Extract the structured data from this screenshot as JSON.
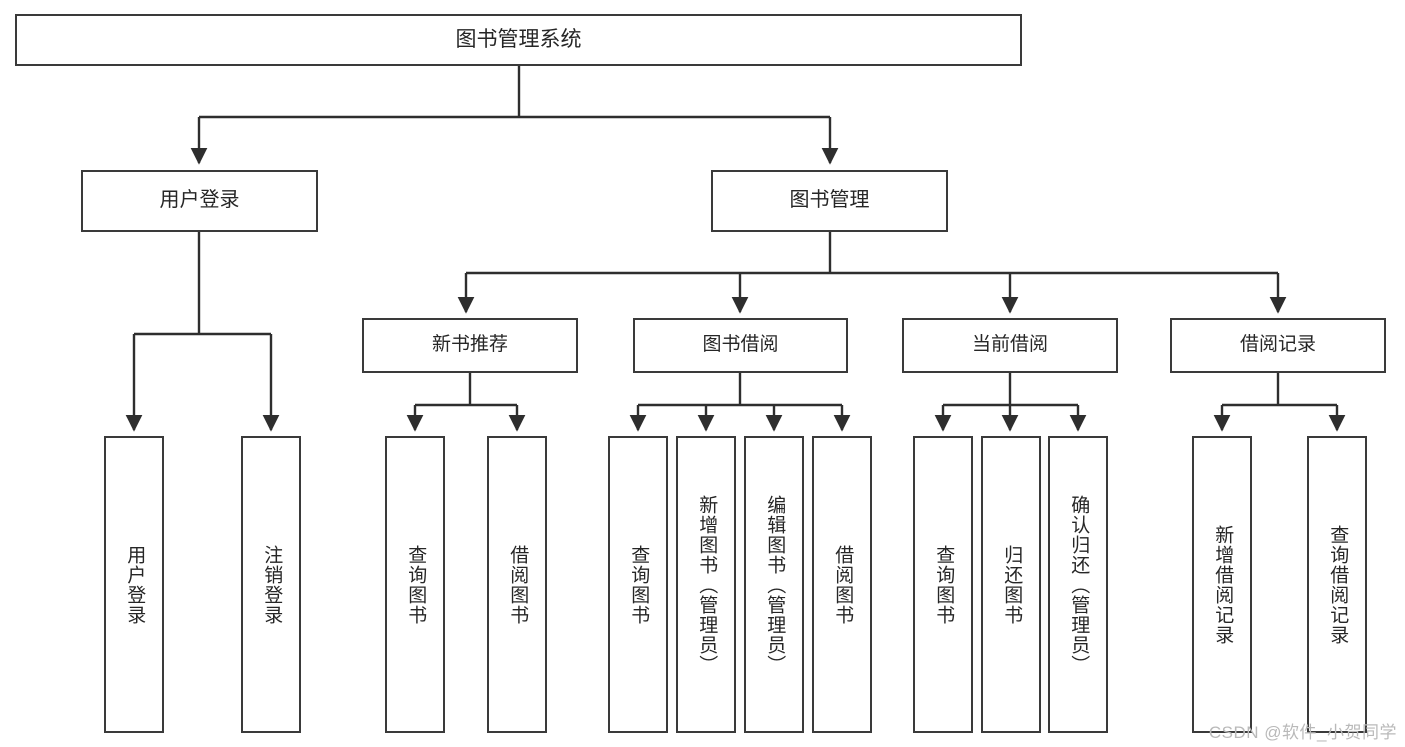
{
  "diagram": {
    "type": "tree",
    "title": "图书管理系统",
    "orientation": "top-down",
    "colors": {
      "box_border": "#3a3a3a",
      "box_fill": "#ffffff",
      "edge": "#2e2e2e",
      "text": "#262626",
      "watermark": "#b9b9b9",
      "background": "#ffffff"
    },
    "nodes": {
      "root": {
        "label": "图书管理系统"
      },
      "level1": [
        {
          "id": "user-login",
          "label": "用户登录"
        },
        {
          "id": "book-manage",
          "label": "图书管理"
        }
      ],
      "level2": [
        {
          "id": "new-book-recommend",
          "label": "新书推荐"
        },
        {
          "id": "book-borrow",
          "label": "图书借阅"
        },
        {
          "id": "current-borrow",
          "label": "当前借阅"
        },
        {
          "id": "borrow-record",
          "label": "借阅记录"
        }
      ],
      "leaves": {
        "user-login": [
          {
            "id": "leaf-user-login",
            "label": "用户登录"
          },
          {
            "id": "leaf-user-logout",
            "label": "注销登录"
          }
        ],
        "new-book-recommend": [
          {
            "id": "leaf-query-book-1",
            "label": "查询图书"
          },
          {
            "id": "leaf-borrow-book-1",
            "label": "借阅图书"
          }
        ],
        "book-borrow": [
          {
            "id": "leaf-query-book-2",
            "label": "查询图书"
          },
          {
            "id": "leaf-add-book-admin",
            "label": "新增图书（管理员）"
          },
          {
            "id": "leaf-edit-book-admin",
            "label": "编辑图书（管理员）"
          },
          {
            "id": "leaf-borrow-book-2",
            "label": "借阅图书"
          }
        ],
        "current-borrow": [
          {
            "id": "leaf-query-book-3",
            "label": "查询图书"
          },
          {
            "id": "leaf-return-book",
            "label": "归还图书"
          },
          {
            "id": "leaf-confirm-return-admin",
            "label": "确认归还（管理员）"
          }
        ],
        "borrow-record": [
          {
            "id": "leaf-add-borrow-record",
            "label": "新增借阅记录"
          },
          {
            "id": "leaf-query-borrow-record",
            "label": "查询借阅记录"
          }
        ]
      }
    },
    "watermark": "CSDN @软件_小贺同学"
  }
}
